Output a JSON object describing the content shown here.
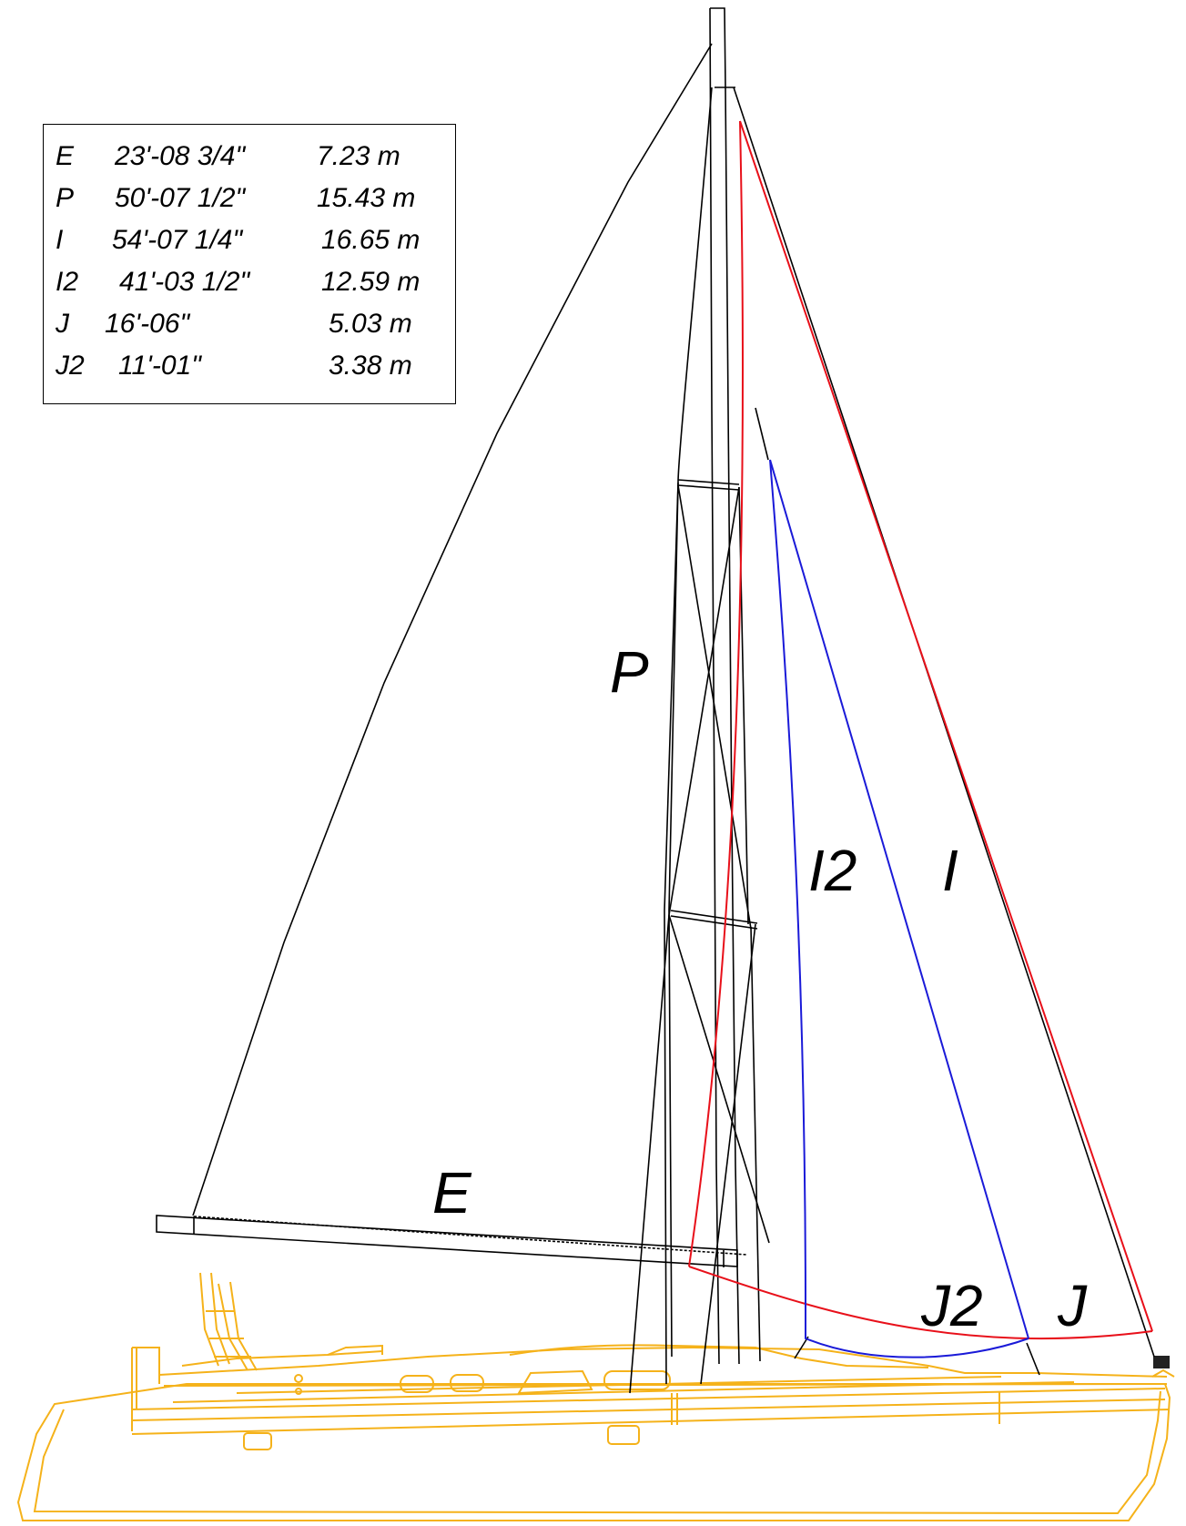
{
  "dimensions_table": {
    "rows": [
      {
        "label": "E",
        "imperial": "23'-08 3/4\"",
        "metric": "7.23 m"
      },
      {
        "label": "P",
        "imperial": "50'-07 1/2\"",
        "metric": "15.43 m"
      },
      {
        "label": "I",
        "imperial": "54'-07 1/4\"",
        "metric": "16.65 m"
      },
      {
        "label": "I2",
        "imperial": "41'-03 1/2\"",
        "metric": "12.59 m"
      },
      {
        "label": "J",
        "imperial": "16'-06\"",
        "metric": "5.03 m"
      },
      {
        "label": "J2",
        "imperial": "11'-01\"",
        "metric": "3.38 m"
      }
    ]
  },
  "diagram_labels": {
    "P": "P",
    "E": "E",
    "I2": "I2",
    "I": "I",
    "J2": "J2",
    "J": "J"
  },
  "colors": {
    "rig_lines": "#000000",
    "hull": "#f5b21a",
    "genoa_I_J": "#e8101a",
    "jib_I2_J2": "#1a1ad8"
  }
}
